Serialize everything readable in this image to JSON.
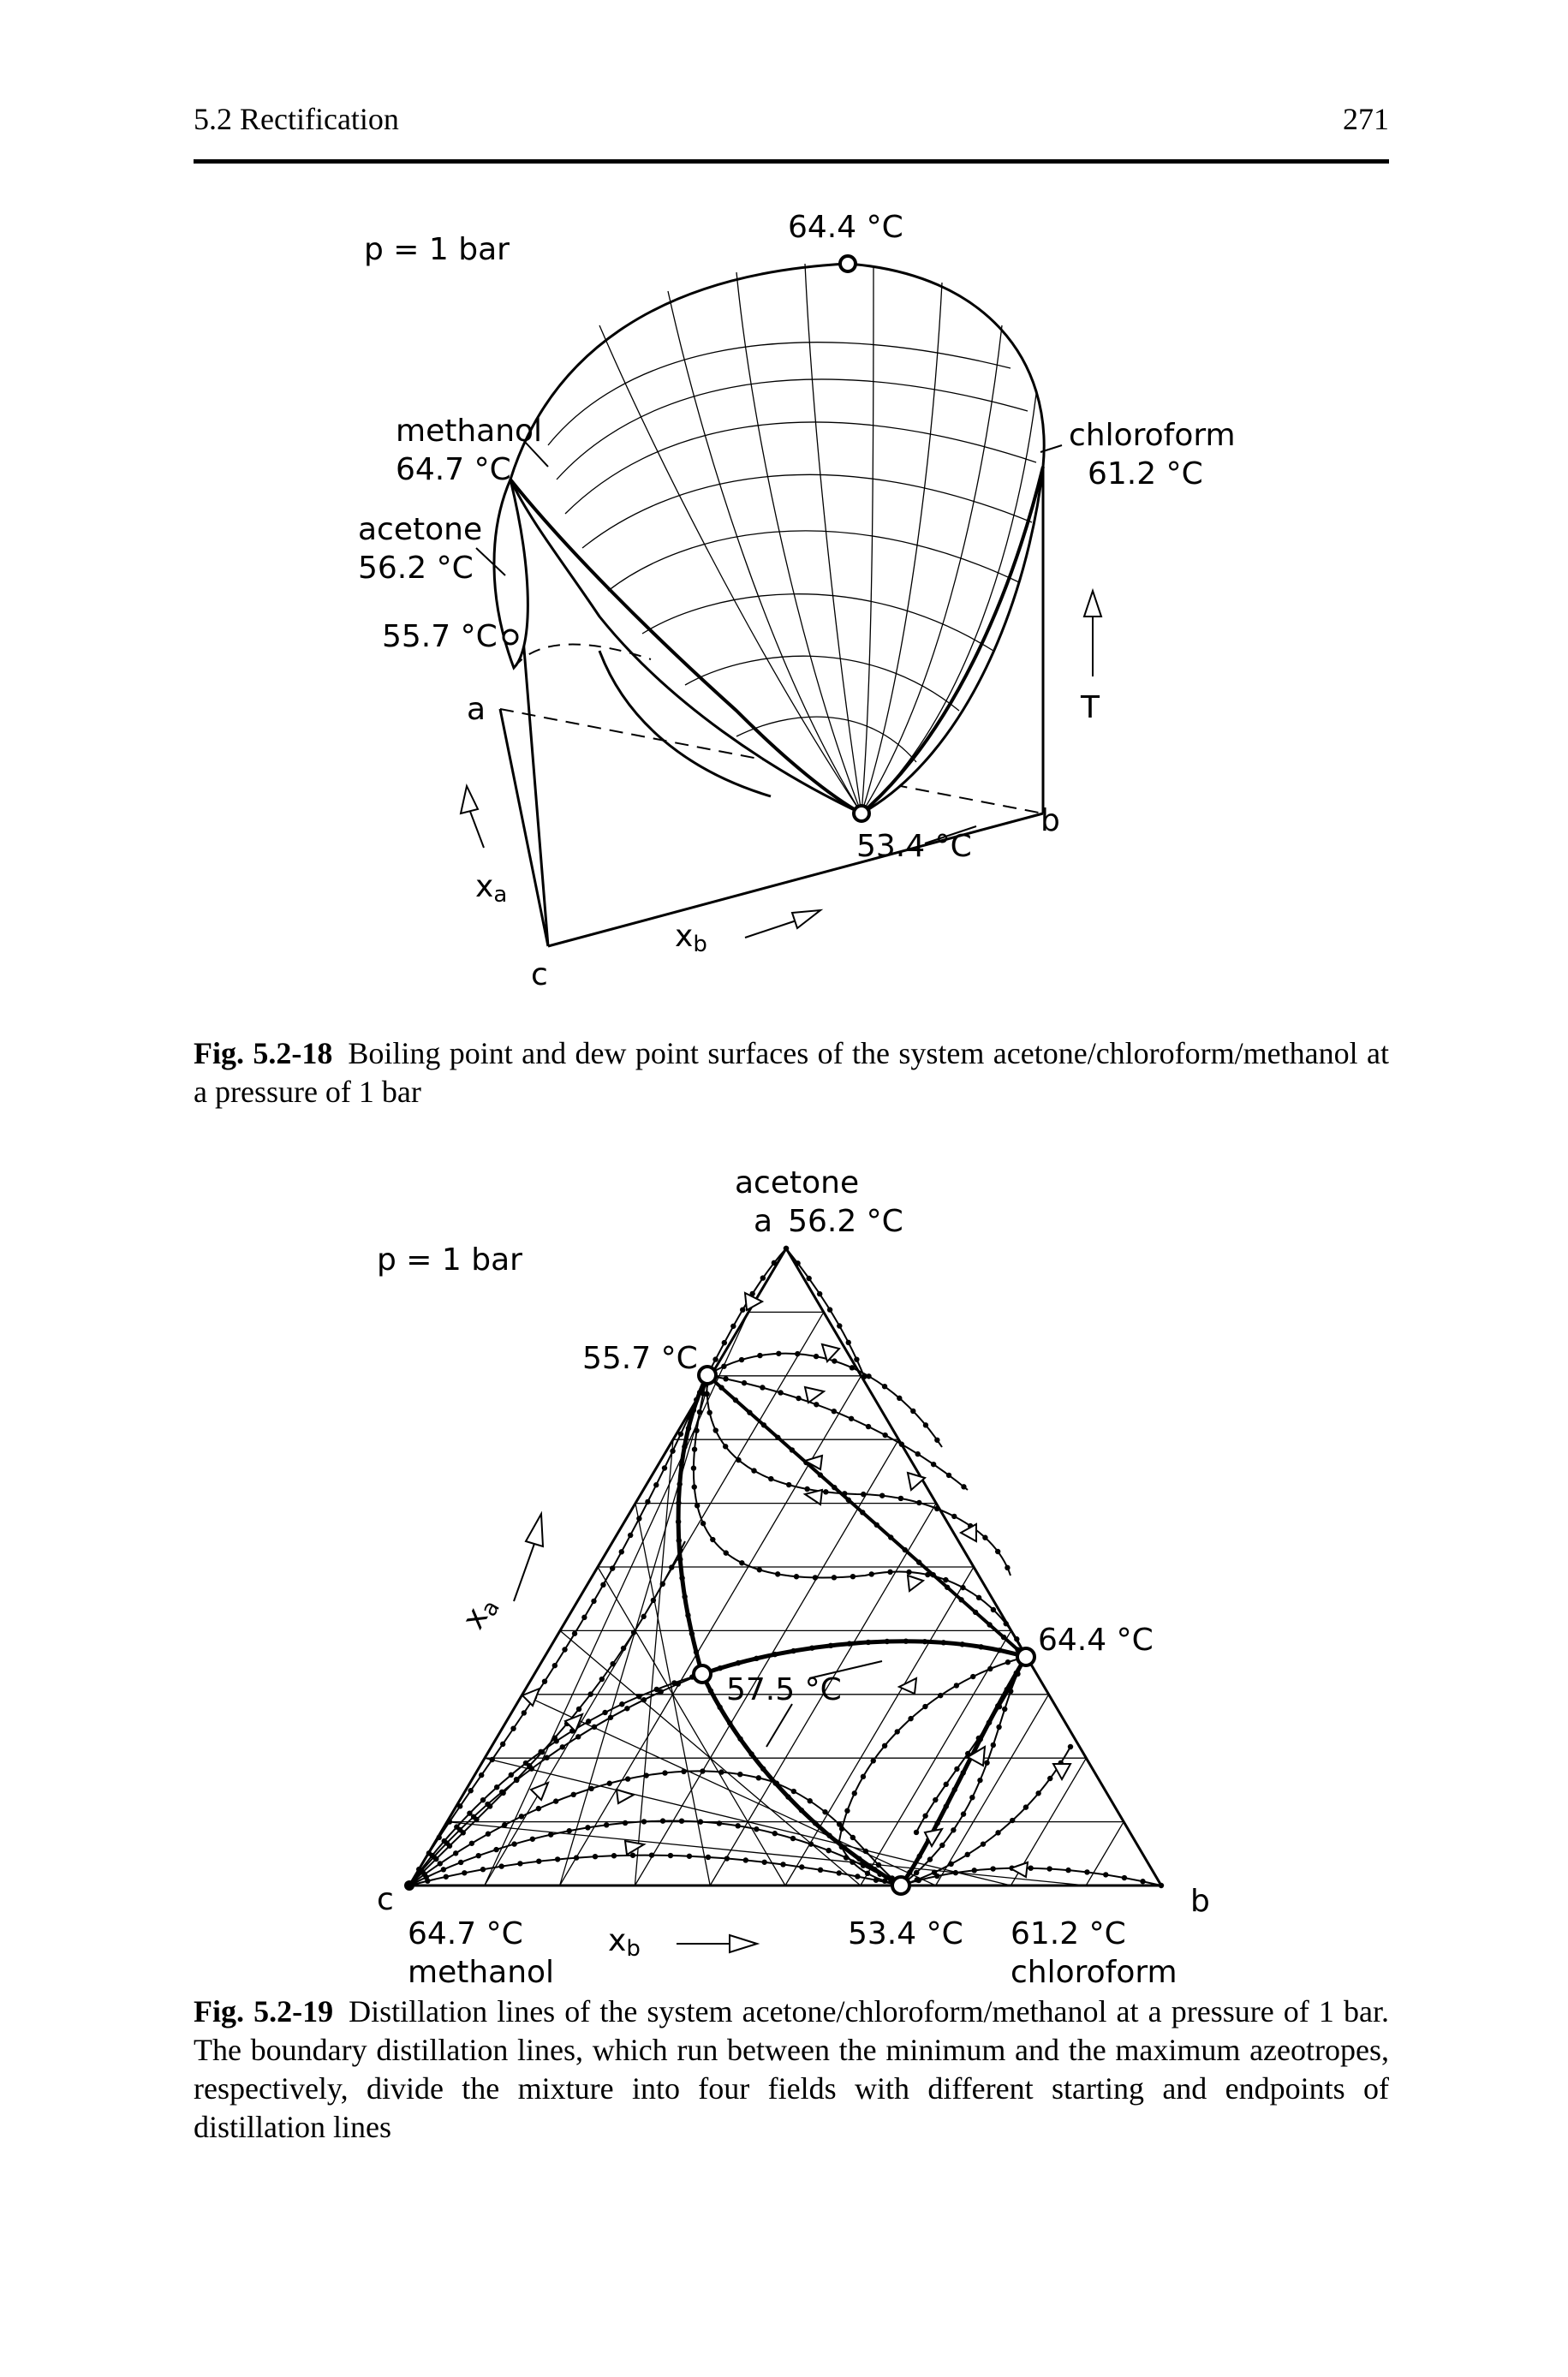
{
  "header": {
    "running_title": "5.2 Rectification",
    "page_number": "271"
  },
  "figure1": {
    "pressure": "p = 1 bar",
    "top_label": "64.4 °C",
    "methanol_name": "methanol",
    "methanol_temp": "64.7 °C",
    "acetone_name": "acetone",
    "acetone_temp": "56.2 °C",
    "chloroform_name": "chloroform",
    "chloroform_temp": "61.2 °C",
    "azeotrope_left": "55.7 °C",
    "azeotrope_bottom": "53.4 °C",
    "corner_a": "a",
    "corner_b": "b",
    "corner_c": "c",
    "axis_T": "T",
    "axis_xa": "x",
    "axis_xa_sub": "a",
    "axis_xb": "x",
    "axis_xb_sub": "b"
  },
  "caption1": {
    "label": "Fig. 5.2-18",
    "text": "Boiling point and dew point surfaces of the system acetone/chloroform/methanol at a pressure of 1 bar"
  },
  "figure2": {
    "pressure": "p = 1 bar",
    "top_name": "acetone",
    "top_label": "a",
    "top_temp": "56.2 °C",
    "azeotrope_557": "55.7 °C",
    "azeotrope_644": "64.4 °C",
    "azeotrope_575": "57.5 °C",
    "azeotrope_534": "53.4 °C",
    "corner_c": "c",
    "corner_b": "b",
    "left_temp": "64.7 °C",
    "left_name": "methanol",
    "right_temp": "61.2 °C",
    "right_name": "chloroform",
    "axis_xa": "x",
    "axis_xa_sub": "a",
    "axis_xb": "x",
    "axis_xb_sub": "b"
  },
  "caption2": {
    "label": "Fig. 5.2-19",
    "text": "Distillation lines of the system acetone/chloroform/methanol at a pressure of 1 bar. The boundary distillation lines, which run between the minimum and the maximum azeotropes, respectively, divide the mixture into four fields with different starting and endpoints of distillation lines"
  }
}
